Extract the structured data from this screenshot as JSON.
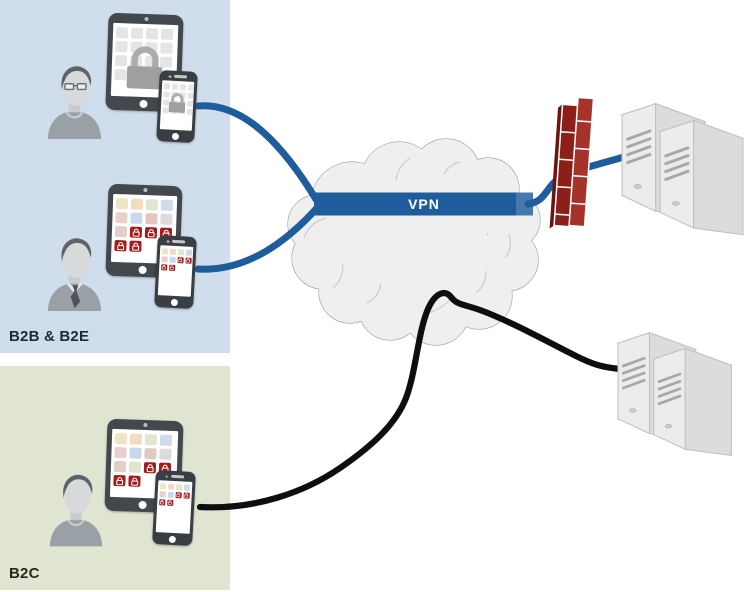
{
  "diagram": {
    "panels": {
      "b2b": {
        "label": "B2B & B2E",
        "bg": "#cfddec"
      },
      "b2c": {
        "label": "B2C",
        "bg": "#dfe5d1"
      }
    },
    "cloud": {
      "vpn_label": "VPN",
      "bar_color": "#1f5c9b",
      "fill": "#efefef"
    },
    "colors": {
      "secure_line_blue": "#1f5c9b",
      "open_line_black": "#0e0e0e",
      "firewall_brick_dark": "#8c1f19",
      "firewall_brick_light": "#a5332a",
      "server_front": "#ececec",
      "server_top": "#f4f4f4",
      "server_side": "#dcdcdc",
      "lock_gray": "#9b9b9b",
      "locked_app_red": "#a21d1c"
    },
    "persons": [
      {
        "id": "b2b-user-1",
        "desc": "man-with-glasses"
      },
      {
        "id": "b2b-user-2",
        "desc": "man-with-tie"
      },
      {
        "id": "b2c-user",
        "desc": "man"
      }
    ],
    "devices": {
      "b2b1_tablet": {
        "grid": [
          [
            "#e4e5e6",
            "#e4e5e6",
            "#e4e5e6",
            "#e4e5e6"
          ],
          [
            "#e4e5e6",
            "#e4e5e6",
            "#e4e5e6",
            "#e4e5e6"
          ],
          [
            "#e4e5e6",
            "#e4e5e6",
            "#e4e5e6",
            "#e4e5e6"
          ],
          [
            "#e4e5e6",
            "#e4e5e6",
            "#e4e5e6",
            "#e4e5e6"
          ]
        ]
      },
      "b2b1_phone": {
        "grid": [
          [
            "#e4e5e6",
            "#e4e5e6",
            "#e4e5e6",
            "#e4e5e6"
          ],
          [
            "#e4e5e6",
            "#e4e5e6",
            "#e4e5e6",
            "#e4e5e6"
          ],
          [
            "#e4e5e6",
            "#e4e5e6",
            "#e4e5e6",
            "#e4e5e6"
          ],
          [
            "#e4e5e6",
            "#e4e5e6",
            "#e4e5e6",
            "#e4e5e6"
          ]
        ]
      },
      "b2b2_tablet": {
        "grid": [
          [
            "#ede5c6",
            "#f1dcc3",
            "#e0e7cf",
            "#cfdaea"
          ],
          [
            "#e8d1cb",
            "#cad7ec",
            "#e3c7c5",
            "#dbdbdb"
          ],
          [
            "#e4cec8",
            "lock",
            "lock",
            "lock"
          ],
          [
            "lock",
            "lock",
            "",
            ""
          ]
        ]
      },
      "b2b2_phone": {
        "grid": [
          [
            "#ede5c6",
            "#f1dcc3",
            "#e0e7cf",
            "#cfdaea"
          ],
          [
            "#e8d1cb",
            "#cad7ec",
            "lock",
            "lock"
          ],
          [
            "lock",
            "lock",
            "",
            ""
          ]
        ]
      },
      "b2c_tablet": {
        "grid": [
          [
            "#ede5c6",
            "#f1dcc3",
            "#e0e7cf",
            "#cfdaea"
          ],
          [
            "#e8d1cb",
            "#cad7ec",
            "#e3c7c5",
            "#dbdbdb"
          ],
          [
            "#e4cec8",
            "#dfe6cd",
            "lock",
            "lock"
          ],
          [
            "lock",
            "lock",
            "",
            ""
          ]
        ]
      },
      "b2c_phone": {
        "grid": [
          [
            "#ede5c6",
            "#f1dcc3",
            "#e0e7cf",
            "#cfdaea"
          ],
          [
            "#e8d1cb",
            "#cad7ec",
            "lock",
            "lock"
          ],
          [
            "lock",
            "lock",
            "",
            ""
          ]
        ]
      }
    }
  }
}
